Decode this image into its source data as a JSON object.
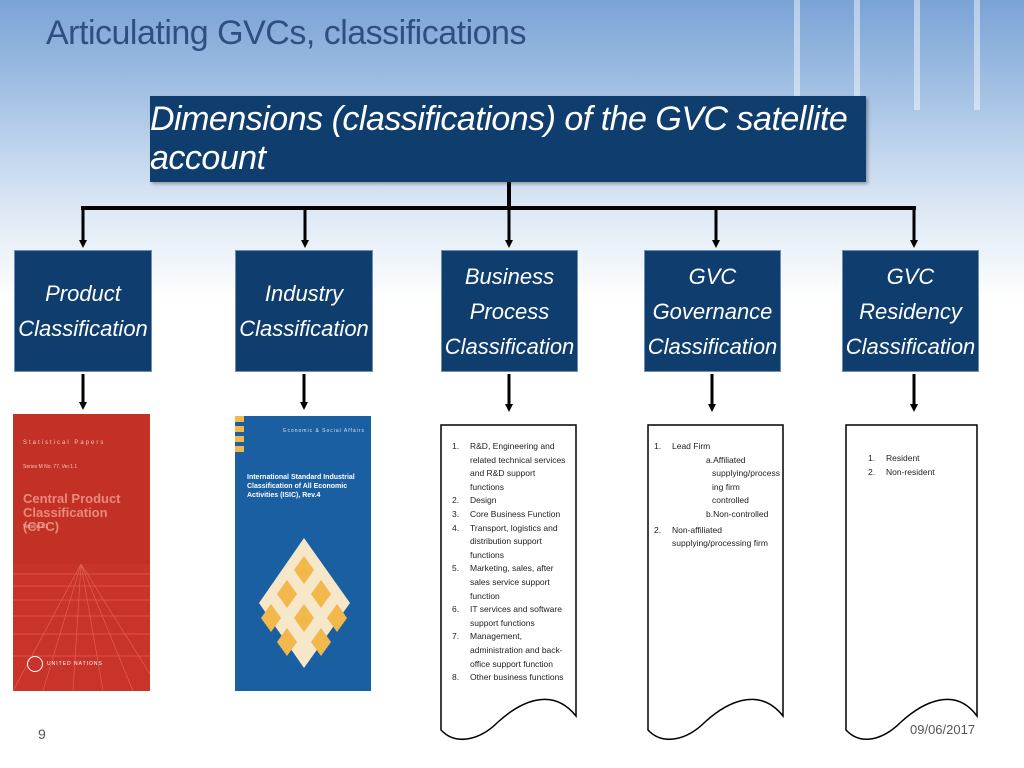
{
  "slide_title": "Articulating GVCs, classifications",
  "main_box": "Dimensions (classifications) of the GVC satellite account",
  "categories": [
    {
      "label_lines": [
        "Product",
        "Classification"
      ]
    },
    {
      "label_lines": [
        "Industry",
        "Classification"
      ]
    },
    {
      "label_lines": [
        "Business",
        "Process",
        "Classification"
      ]
    },
    {
      "label_lines": [
        "GVC",
        "Governance",
        "Classification"
      ]
    },
    {
      "label_lines": [
        "GVC",
        "Residency",
        "Classification"
      ]
    }
  ],
  "cpc_cover": {
    "series": "Statistical Papers",
    "series_no": "Series M No. 77, Ver.1.1",
    "title": "Central Product Classification (CPC)",
    "version": "Version 1.1",
    "publisher": "UNITED NATIONS"
  },
  "isic_cover": {
    "header": "Economic & Social Affairs",
    "title": "International Standard Industrial Classification of All Economic Activities (ISIC), Rev.4"
  },
  "business_process_list": [
    {
      "n": "1.",
      "lines": [
        "R&D, Engineering and",
        "related technical services",
        "and R&D support",
        "functions"
      ]
    },
    {
      "n": "2.",
      "lines": [
        "Design"
      ]
    },
    {
      "n": "3.",
      "lines": [
        "Core Business Function"
      ]
    },
    {
      "n": "4.",
      "lines": [
        "Transport, logistics and",
        "distribution support",
        "functions"
      ]
    },
    {
      "n": "5.",
      "lines": [
        "Marketing, sales, after",
        "sales service support",
        "function"
      ]
    },
    {
      "n": "6.",
      "lines": [
        "IT services and software",
        "support functions"
      ]
    },
    {
      "n": "7.",
      "lines": [
        "Management,",
        "administration and back-",
        "office support function"
      ]
    },
    {
      "n": "8.",
      "lines": [
        "Other business functions"
      ]
    }
  ],
  "governance_list": {
    "item1": "Lead Firm",
    "item1_sub": [
      "a.Affiliated",
      "supplying/process",
      "ing firm",
      "controlled",
      "b.Non-controlled"
    ],
    "item2_lines": [
      "Non-affiliated",
      "supplying/processing firm"
    ],
    "n1": "1.",
    "n2": "2."
  },
  "residency_list": [
    {
      "n": "1.",
      "label": "Resident"
    },
    {
      "n": "2.",
      "label": "Non-resident"
    }
  ],
  "footer": {
    "page": "9",
    "date": "09/06/2017"
  },
  "colors": {
    "box": "#0f3d6e",
    "title": "#2e4f80",
    "cpc_cover": "#c23026",
    "isic_cover": "#1b5fa3",
    "diamond": "#f2b84b"
  }
}
